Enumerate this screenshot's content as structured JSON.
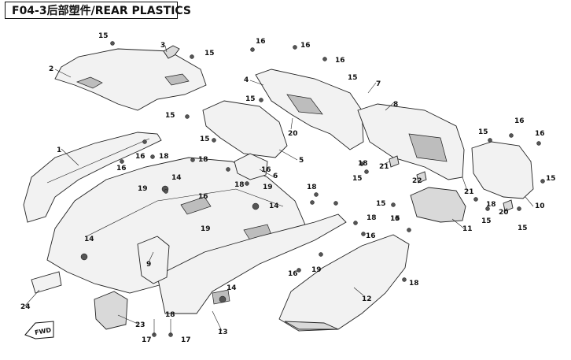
{
  "header": {
    "title": "F04-3后部塑件/REAR PLASTICS"
  },
  "callouts": [
    {
      "id": "c1",
      "label": "1"
    },
    {
      "id": "c2",
      "label": "2"
    },
    {
      "id": "c3",
      "label": "3"
    },
    {
      "id": "c4",
      "label": "4"
    },
    {
      "id": "c5",
      "label": "5"
    },
    {
      "id": "c6",
      "label": "6"
    },
    {
      "id": "c7",
      "label": "7"
    },
    {
      "id": "c8",
      "label": "8"
    },
    {
      "id": "c9",
      "label": "9"
    },
    {
      "id": "c10",
      "label": "10"
    },
    {
      "id": "c11",
      "label": "11"
    },
    {
      "id": "c12",
      "label": "12"
    },
    {
      "id": "c13",
      "label": "13"
    },
    {
      "id": "c14",
      "label": "14"
    },
    {
      "id": "c15",
      "label": "15"
    },
    {
      "id": "c16",
      "label": "16"
    },
    {
      "id": "c17",
      "label": "17"
    },
    {
      "id": "c18",
      "label": "18"
    },
    {
      "id": "c19",
      "label": "19"
    },
    {
      "id": "c20",
      "label": "20"
    },
    {
      "id": "c21",
      "label": "21"
    },
    {
      "id": "c22",
      "label": "22"
    },
    {
      "id": "c23",
      "label": "23"
    },
    {
      "id": "c24",
      "label": "24"
    }
  ],
  "direction_marker": {
    "label": "FWD"
  }
}
